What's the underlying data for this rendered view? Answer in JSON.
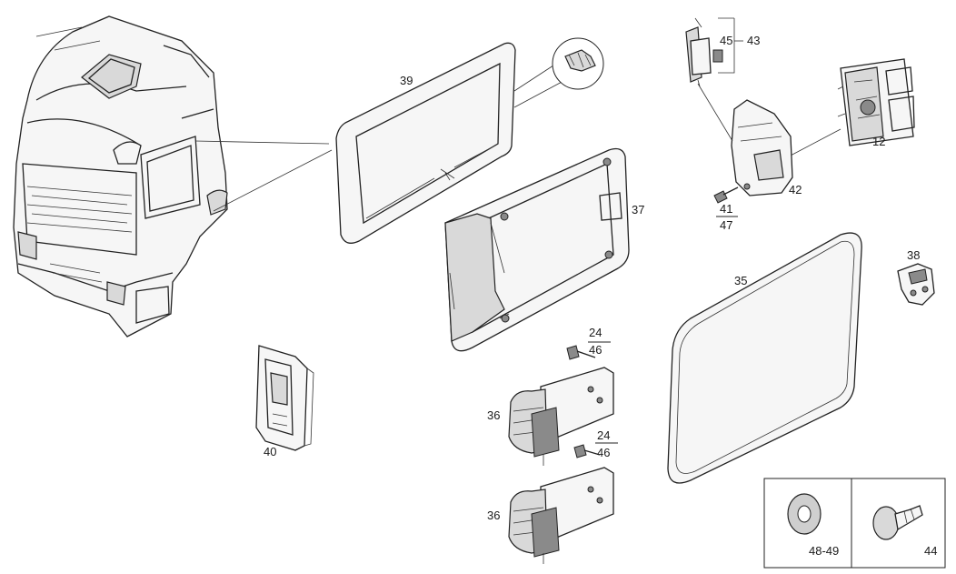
{
  "labels": {
    "l39": "39",
    "l37": "37",
    "l45": "45",
    "l43": "43",
    "l12": "12",
    "l42": "42",
    "l41": "41",
    "l47": "47",
    "l38": "38",
    "l35": "35",
    "l24a": "24",
    "l46a": "46",
    "l36a": "36",
    "l24b": "24",
    "l46b": "46",
    "l36b": "36",
    "l40": "40",
    "l4849": "48-49",
    "l44": "44"
  }
}
